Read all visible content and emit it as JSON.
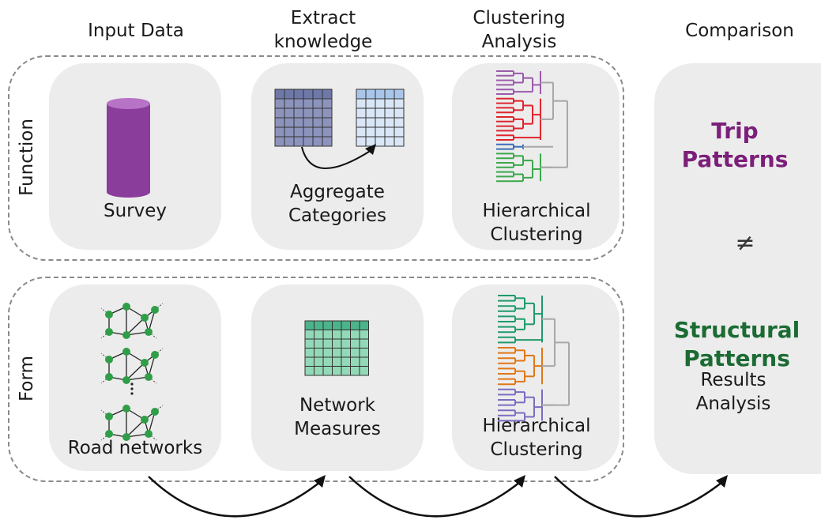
{
  "headers": {
    "input_data": "Input Data",
    "extract_knowledge": "Extract knowledge",
    "clustering_analysis": "Clustering Analysis",
    "comparison": "Comparison"
  },
  "rows": {
    "function": "Function",
    "form": "Form"
  },
  "captions": {
    "survey": "Survey",
    "aggregate_categories": "Aggregate Categories",
    "hierarchical_clustering_top": "Hierarchical Clustering",
    "road_networks": "Road networks",
    "network_measures": "Network Measures",
    "hierarchical_clustering_bottom": "Hierarchical Clustering",
    "results_analysis": "Results Analysis"
  },
  "comparison": {
    "trip_patterns": "Trip Patterns",
    "not_equal": "≠",
    "structural_patterns": "Structural Patterns"
  },
  "colors": {
    "trip": "#7b1f7a",
    "structural": "#1b6b33",
    "survey_cylinder": "#8b3d9b",
    "grid_dark": "#8c94bd",
    "grid_light": "#d8e6f6",
    "grid_green": "#93d9b8",
    "node_green": "#2f9e47",
    "dendro_purple": "#9b5aad",
    "dendro_red": "#e0242d",
    "dendro_blue": "#3b6fb6",
    "dendro_green": "#3aa94b",
    "dendro_teal": "#1f9a6b",
    "dendro_orange": "#e07818",
    "dendro_lilac": "#7d6cc0",
    "dendro_gray": "#a8a8a8"
  }
}
